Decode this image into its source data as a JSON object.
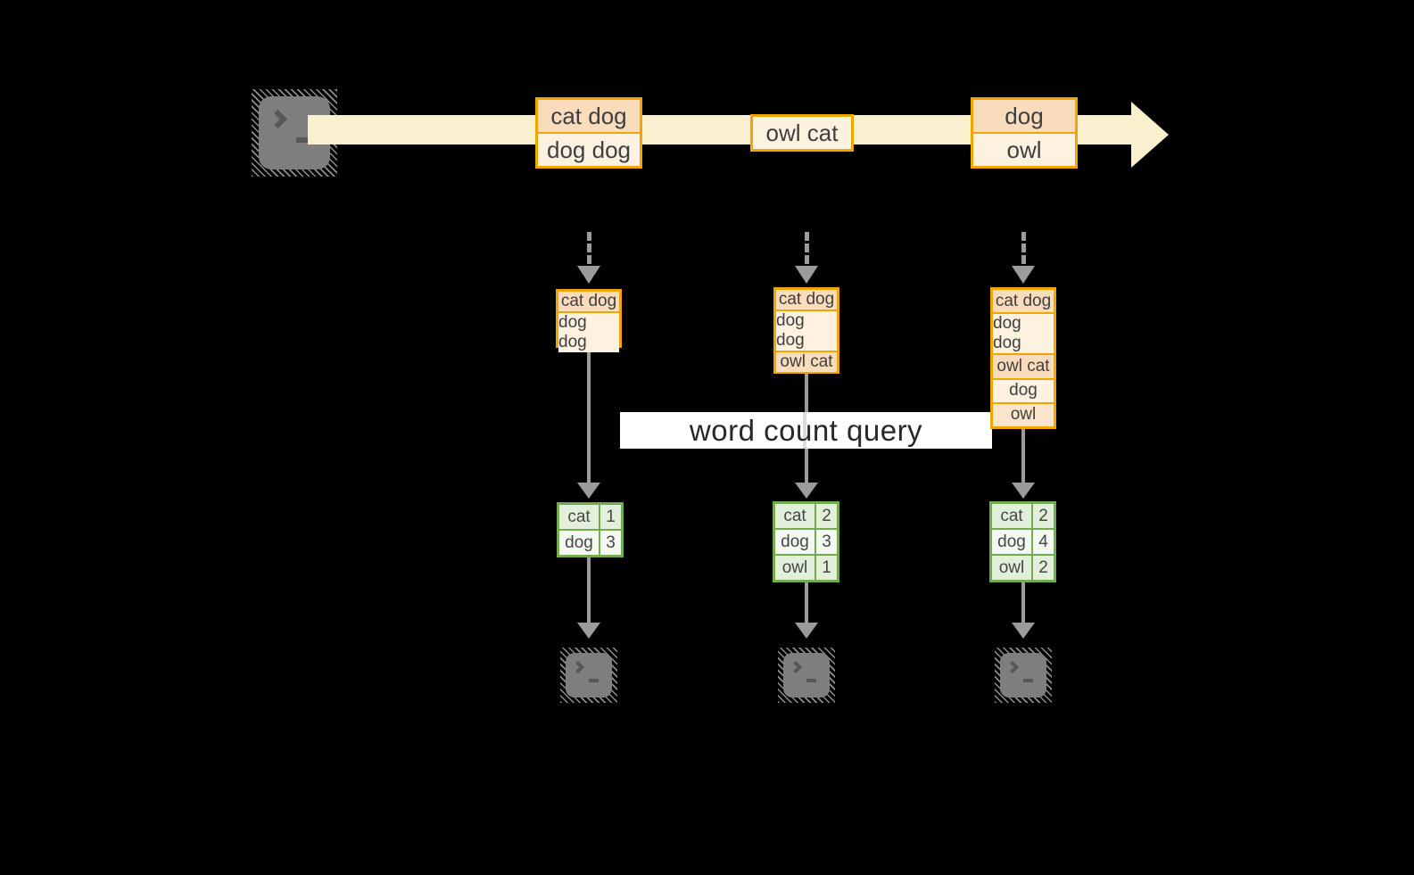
{
  "query": {
    "label": "word count query"
  },
  "colors": {
    "background": "#000000",
    "stream_band": "#FAEFCE",
    "record_border": "#F0A500",
    "record_fill_dark": "#F8DCBC",
    "record_fill_light": "#FDF1E0",
    "connector_gray": "#9B9B9B",
    "result_border": "#73AC4E",
    "result_fill_dark": "#E2EFDA",
    "result_fill_light": "#F3F8F0",
    "terminal_gray": "#7E7E7E",
    "banner_background": "#FFFFFF"
  },
  "stream": {
    "records": [
      {
        "rows": [
          "cat dog",
          "dog dog"
        ]
      },
      {
        "rows": [
          "owl cat"
        ]
      },
      {
        "rows": [
          "dog",
          "owl"
        ]
      }
    ]
  },
  "snapshots": [
    {
      "buffer": [
        "cat dog",
        "dog dog"
      ],
      "result": [
        {
          "word": "cat",
          "count": "1"
        },
        {
          "word": "dog",
          "count": "3"
        }
      ]
    },
    {
      "buffer": [
        "cat dog",
        "dog dog",
        "owl cat"
      ],
      "result": [
        {
          "word": "cat",
          "count": "2"
        },
        {
          "word": "dog",
          "count": "3"
        },
        {
          "word": "owl",
          "count": "1"
        }
      ]
    },
    {
      "buffer": [
        "cat dog",
        "dog dog",
        "owl cat",
        "dog",
        "owl"
      ],
      "result": [
        {
          "word": "cat",
          "count": "2"
        },
        {
          "word": "dog",
          "count": "4"
        },
        {
          "word": "owl",
          "count": "2"
        }
      ]
    }
  ]
}
